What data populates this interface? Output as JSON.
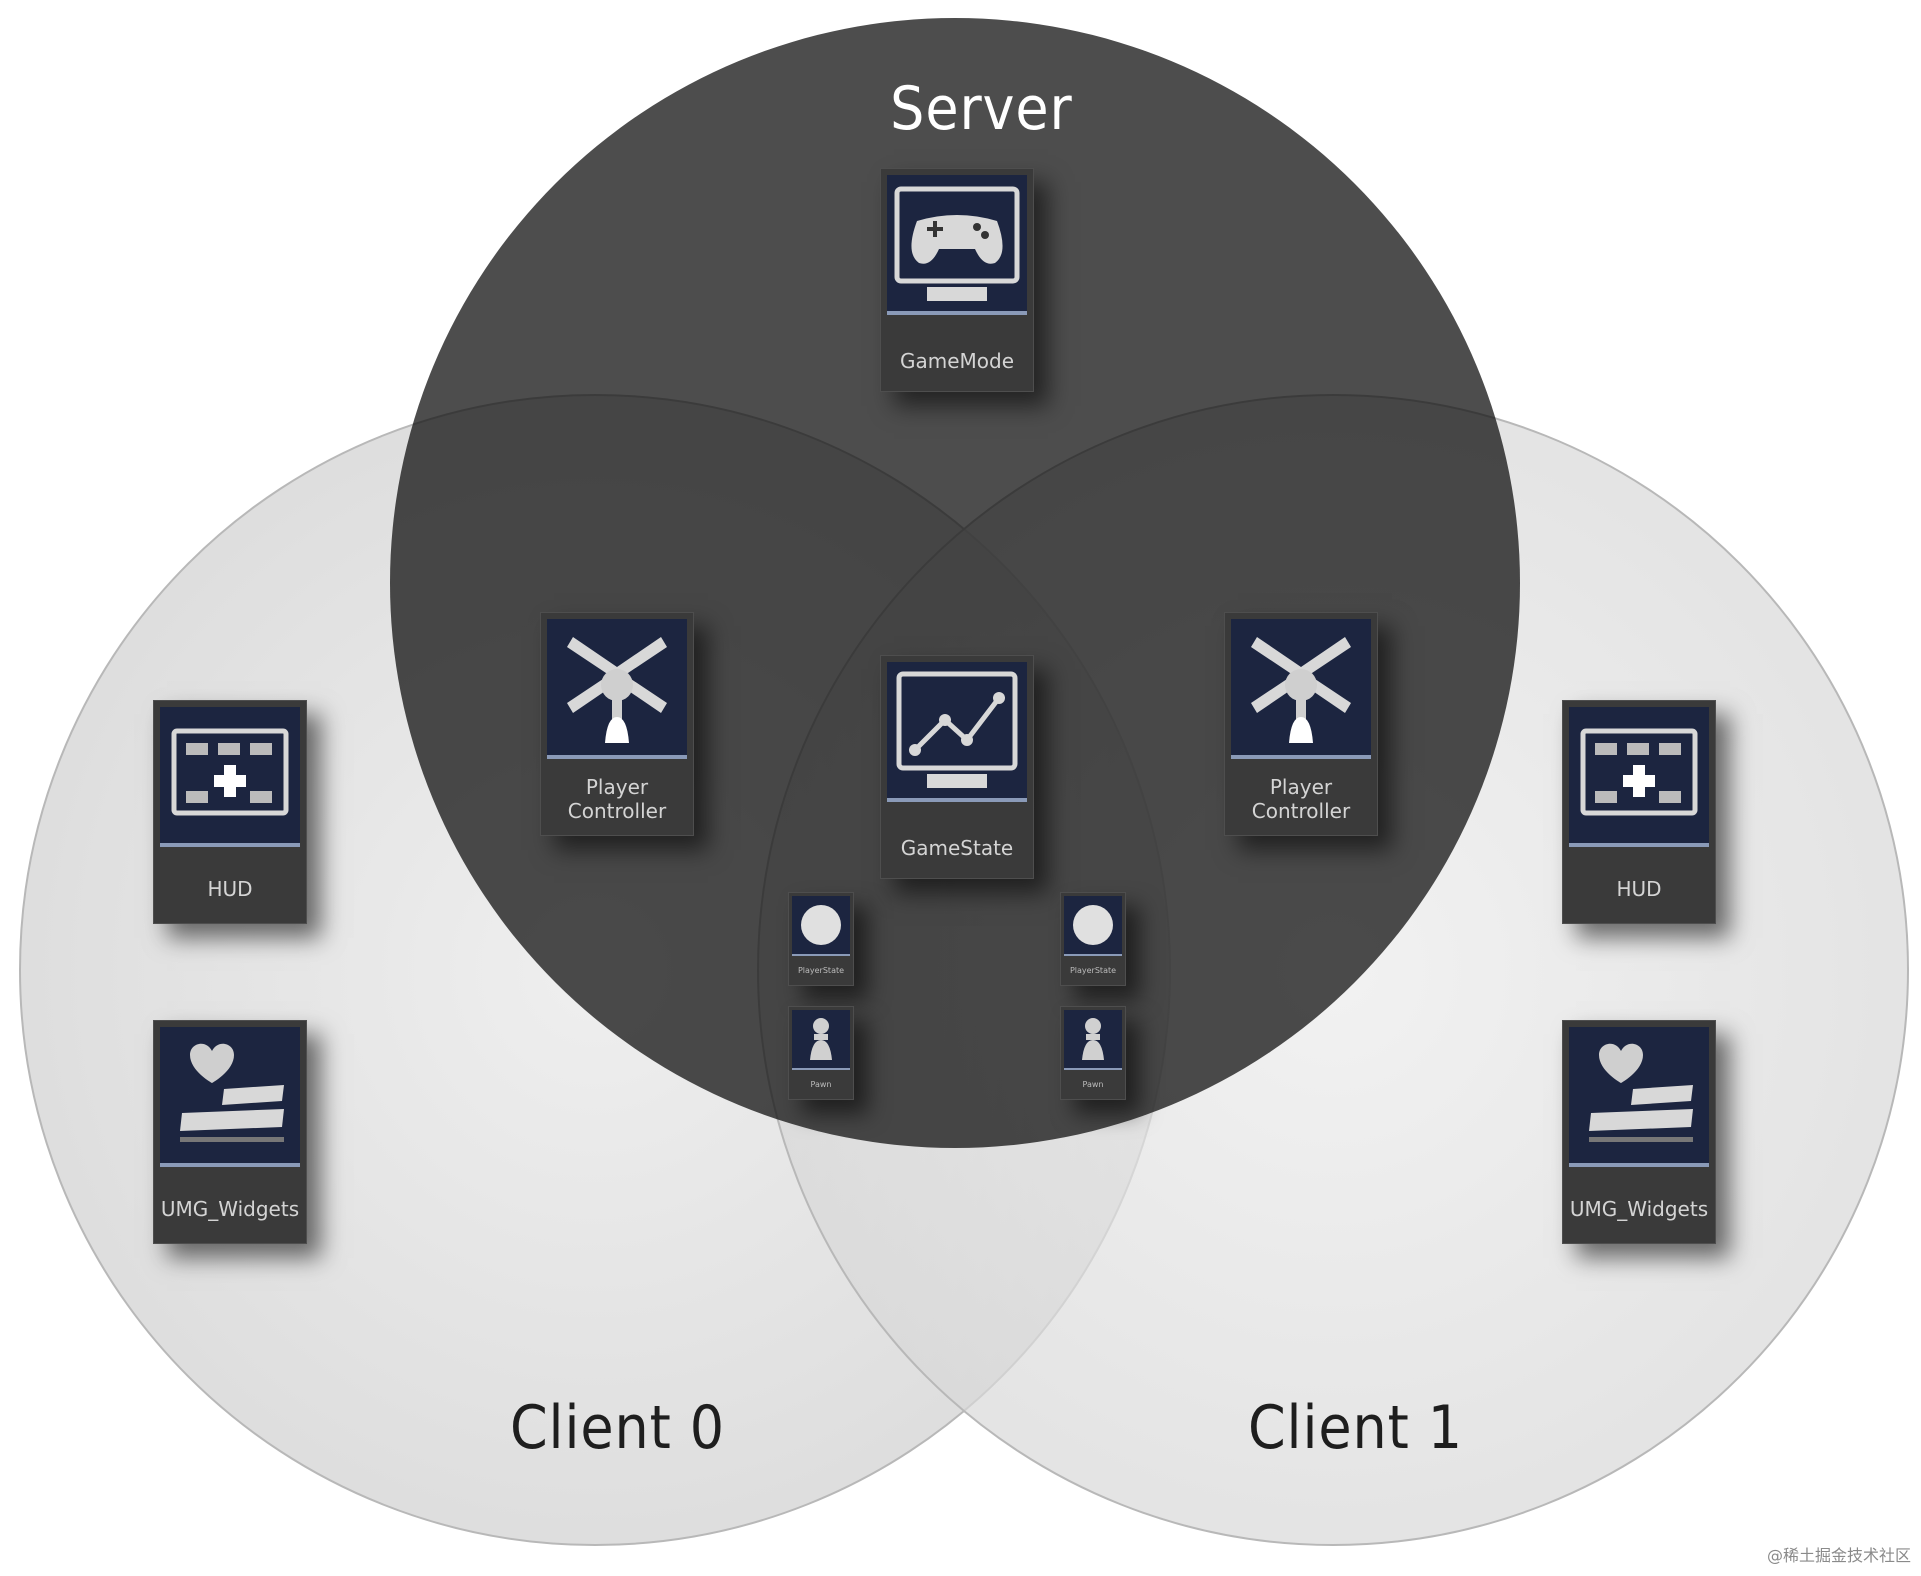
{
  "regions": {
    "server": "Server",
    "client0": "Client 0",
    "client1": "Client 1"
  },
  "tiles": {
    "gamemode": "GameMode",
    "gamestate": "GameState",
    "player_controller": "Player\nController",
    "hud": "HUD",
    "umg_widgets": "UMG_Widgets",
    "player_state": "PlayerState",
    "pawn": "Pawn"
  },
  "watermark": "@稀土掘金技术社区",
  "colors": {
    "server_fill": "#141414",
    "client_fill": "#dcdcdc",
    "tile_bg": "#3a3a3a",
    "thumb_bg": "#1c2540"
  }
}
